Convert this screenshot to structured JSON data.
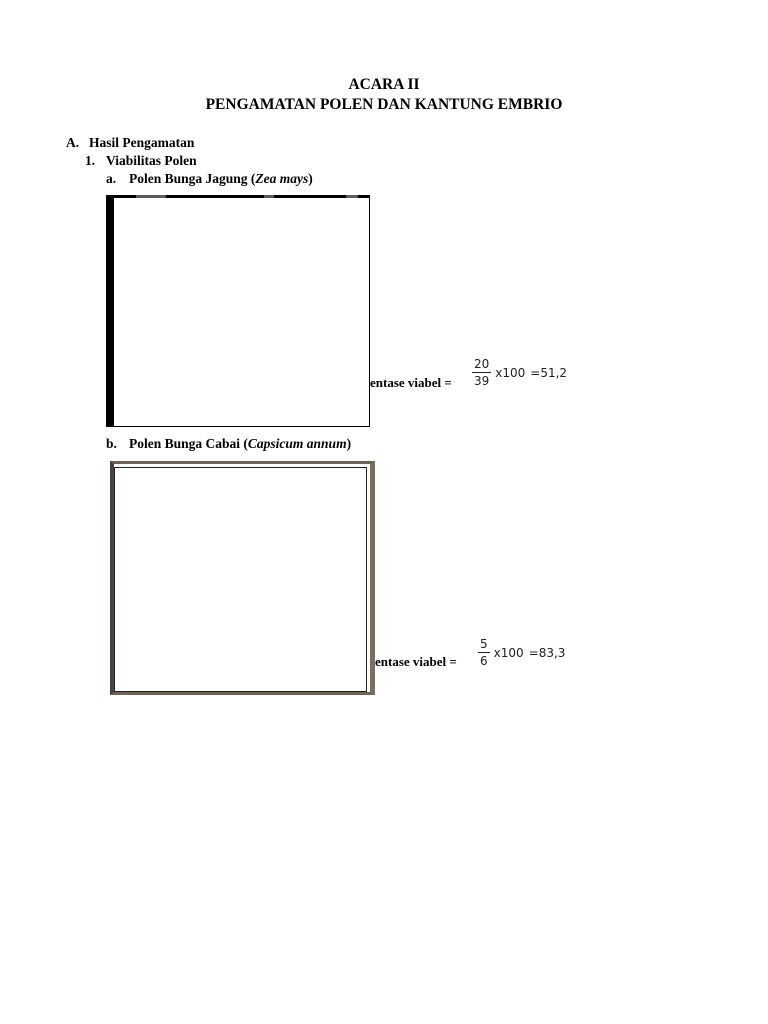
{
  "header": {
    "title_line1": "ACARA II",
    "title_line2": "PENGAMATAN POLEN DAN KANTUNG EMBRIO"
  },
  "section_a": {
    "number": "A.",
    "label": "Hasil Pengamatan"
  },
  "subsection_1": {
    "number": "1.",
    "label": "Viabilitas Polen"
  },
  "items": [
    {
      "letter": "a.",
      "label_prefix": "Polen Bunga Jagung (",
      "species": "Zea mays",
      "label_suffix": ")",
      "formula_label": "entase viabel =",
      "numerator": "20",
      "denominator": "39",
      "multiplier": "x100",
      "result": "=51,2"
    },
    {
      "letter": "b.",
      "label_prefix": "Polen Bunga Cabai (",
      "species": "Capsicum annum",
      "label_suffix": ")",
      "formula_label": "entase viabel =",
      "numerator": "5",
      "denominator": "6",
      "multiplier": "x100",
      "result": "=83,3"
    }
  ]
}
